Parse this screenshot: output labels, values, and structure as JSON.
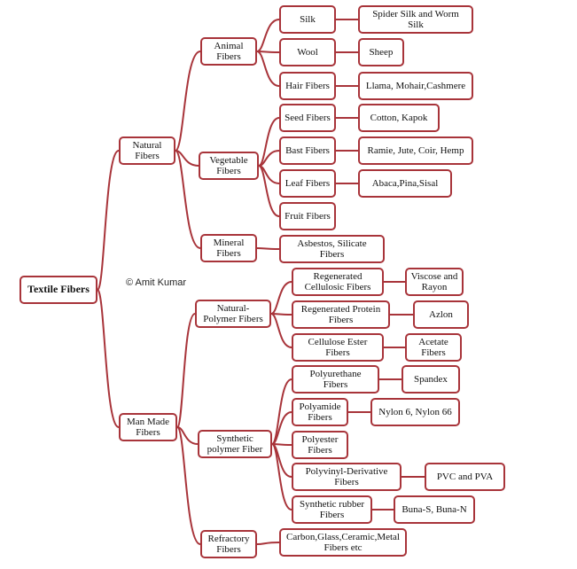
{
  "watermark": "© Amit Kumar",
  "style": {
    "line_color": "#a8343a",
    "box_border_color": "#a8343a"
  },
  "tree": {
    "root": "Textile Fibers",
    "natural": {
      "label": "Natural\nFibers",
      "animal": {
        "label": "Animal\nFibers",
        "silk": "Silk",
        "silk_src": "Spider Silk and Worm\nSilk",
        "wool": "Wool",
        "wool_src": "Sheep",
        "hair": "Hair Fibers",
        "hair_src": "Llama, Mohair,Cashmere"
      },
      "vegetable": {
        "label": "Vegetable\nFibers",
        "seed": "Seed Fibers",
        "seed_src": "Cotton, Kapok",
        "bast": "Bast Fibers",
        "bast_src": "Ramie, Jute, Coir, Hemp",
        "leaf": "Leaf Fibers",
        "leaf_src": "Abaca,Pina,Sisal",
        "fruit": "Fruit Fibers"
      },
      "mineral": {
        "label": "Mineral\nFibers",
        "asbestos": "Asbestos, Silicate\nFibers"
      }
    },
    "manmade": {
      "label": "Man Made\nFibers",
      "natpoly": {
        "label": "Natural-\nPolymer Fibers",
        "regcell": "Regenerated\nCellulosic Fibers",
        "regcell_src": "Viscose and\nRayon",
        "regprot": "Regenerated Protein\nFibers",
        "regprot_src": "Azlon",
        "celest": "Cellulose Ester\nFibers",
        "celest_src": "Acetate\nFibers"
      },
      "synpoly": {
        "label": "Synthetic\npolymer Fiber",
        "pu": "Polyurethane\nFibers",
        "pu_src": "Spandex",
        "pa": "Polyamide\nFibers",
        "pa_src": "Nylon 6, Nylon 66",
        "pe": "Polyester\nFibers",
        "pv": "Polyvinyl-Derivative\nFibers",
        "pv_src": "PVC and PVA",
        "sr": "Synthetic rubber\nFibers",
        "sr_src": "Buna-S, Buna-N"
      },
      "refractory": {
        "label": "Refractory\nFibers",
        "carbon": "Carbon,Glass,Ceramic,Metal\nFibers etc"
      }
    }
  }
}
